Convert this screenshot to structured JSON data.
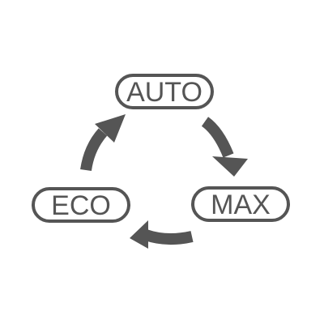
{
  "modes": [
    {
      "id": "auto",
      "label": "AUTO"
    },
    {
      "id": "max",
      "label": "MAX"
    },
    {
      "id": "eco",
      "label": "ECO"
    }
  ],
  "colors": {
    "stroke": "#555555",
    "text": "#555555",
    "arrow": "#555555",
    "background": "#ffffff"
  },
  "icons": [
    "curved-arrow-icon"
  ]
}
